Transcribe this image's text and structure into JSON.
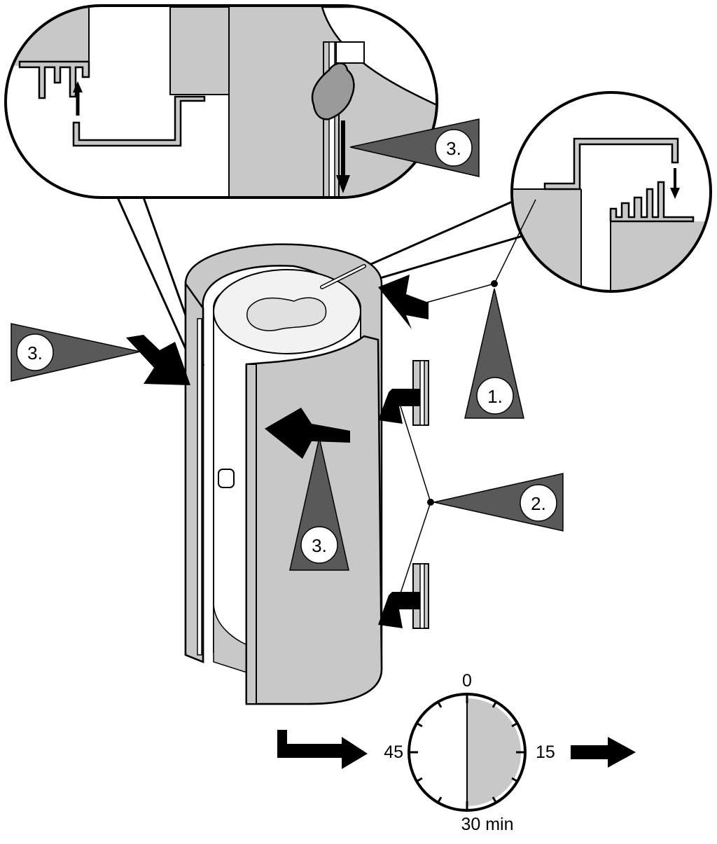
{
  "steps": {
    "step1": "1.",
    "step2": "2.",
    "step3_detail": "3.",
    "step3_left": "3.",
    "step3_front": "3."
  },
  "timer": {
    "label_top": "0",
    "label_right": "15",
    "label_left": "45",
    "label_bottom": "30 min",
    "elapsed_fraction": 0.5
  },
  "colors": {
    "panel_gray": "#c8c8c8",
    "triangle_gray": "#595959",
    "outline": "#000000",
    "background": "#ffffff"
  }
}
